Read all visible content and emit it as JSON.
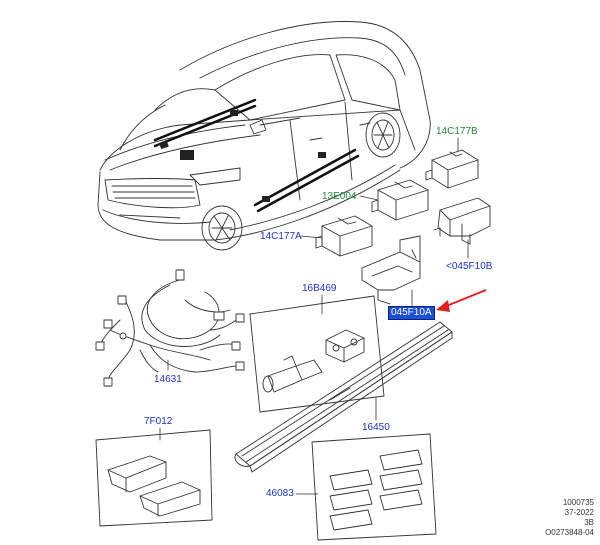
{
  "labels": {
    "p14C177B": "14C177B",
    "p13E004": "13E004",
    "p14C177A": "14C177A",
    "p045F10B": "<045F10B",
    "p16B469": "16B469",
    "p045F10A": "045F10A",
    "p14631": "14631",
    "p16450": "16450",
    "p7F012": "7F012",
    "p46083": "46083"
  },
  "colors": {
    "callout_blue": "#1a33c8",
    "callout_green": "#1f8a36",
    "highlight": "#1a4fd6",
    "arrow": "#e02020"
  },
  "meta": {
    "line1": "1000735",
    "line2": "37-2022",
    "line3": "3B",
    "line4": "O0273848-04"
  }
}
